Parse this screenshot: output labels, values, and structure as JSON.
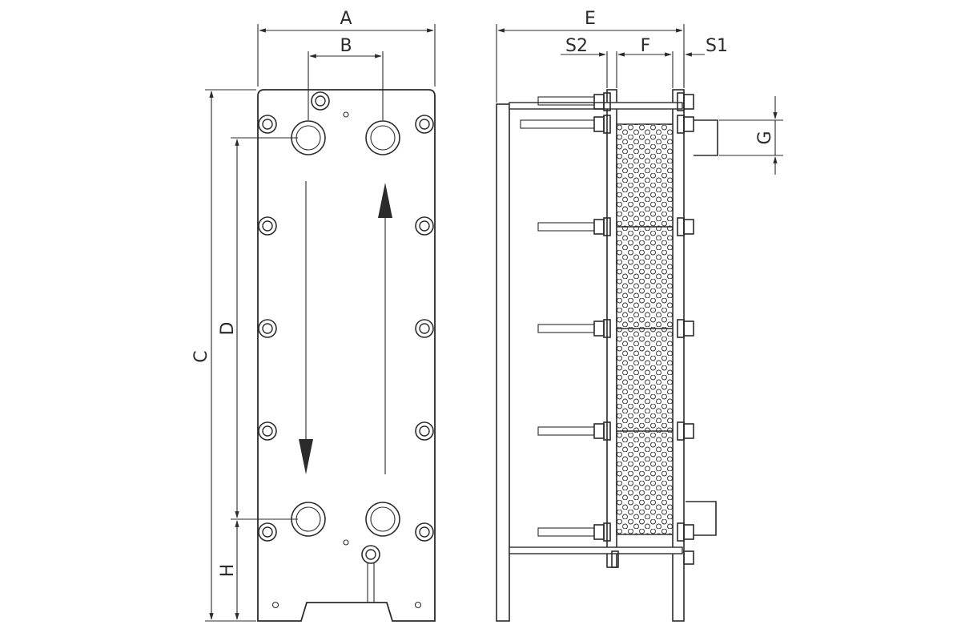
{
  "labels": {
    "A": "A",
    "B": "B",
    "C": "C",
    "D": "D",
    "H": "H",
    "E": "E",
    "S2": "S2",
    "F": "F",
    "S1": "S1",
    "G": "G"
  }
}
